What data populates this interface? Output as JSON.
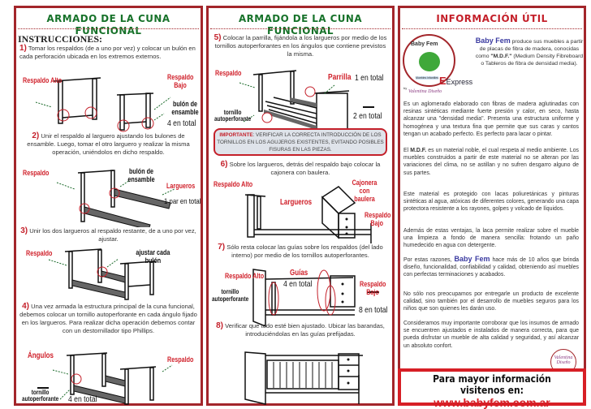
{
  "left": {
    "title": "ARMADO DE LA CUNA FUNCIONAL",
    "heading": "INSTRUCCIONES:",
    "step1": {
      "num": "1)",
      "text": "Tomar los respaldos (de a uno por vez) y colocar un bulón en cada perforación ubicada en los extremos externos."
    },
    "d1": {
      "a": "Respaldo Alto",
      "b": "Respaldo Bajo",
      "c": "bulón de ensamble",
      "d": "4 en total"
    },
    "step2": {
      "num": "2)",
      "text": "Unir el respaldo al larguero ajustando los bulones de ensamble. Luego, tomar el otro larguero y realizar la misma  operación,  uniéndolos en dicho respaldo."
    },
    "d2": {
      "a": "Respaldo",
      "b": "bulón de ensamble",
      "c": "Largueros",
      "d": "1 par en total"
    },
    "step3": {
      "num": "3)",
      "text": "Unir los dos largueros al respaldo restante, de a uno por vez, ajustar."
    },
    "d3": {
      "a": "Respaldo",
      "b": "ajustar cada bulón"
    },
    "step4": {
      "num": "4)",
      "text": "Una vez armada la estructura principal de la cuna funcional, debemos colocar un tornillo autoperforante en cada ángulo fijado en los largueros. Para realizar dicha operación debemos contar con un destornillador tipo Phillips."
    },
    "d4": {
      "a": "Ángulos",
      "b": "Respaldo",
      "c": "tornillo autoperforante",
      "d": "4 en total"
    }
  },
  "middle": {
    "title": "ARMADO DE LA CUNA FUNCIONAL",
    "step5": {
      "num": "5)",
      "text": "Colocar la parrilla, fijándola a los largueros por medio de los tornillos autoperforantes en los ángulos que contiene previstos la misma."
    },
    "d5": {
      "a": "Respaldo",
      "b": "Parrilla",
      "c": "1 en total",
      "d": "tornillo autoperforante",
      "e": "2 en total"
    },
    "important": {
      "label": "IMPORTANTE",
      "text": ": VERIFICAR LA CORRECTA INTRODUCCIÓN DE LOS TORNILLOS EN LOS AGUJEROS EXISTENTES, EVITANDO POSIBLES FISURAS EN LAS PIEZAS."
    },
    "step6": {
      "num": "6)",
      "text": "Sobre los largueros, detrás del respaldo bajo colocar la cajonera con baulera."
    },
    "d6": {
      "a": "Respaldo Alto",
      "b": "Largueros",
      "c": "Cajonera con baulera",
      "d": "Respaldo Bajo"
    },
    "step7": {
      "num": "7)",
      "text": "Sólo resta colocar las guías sobre los respaldos (del lado interno) por medio de los tornillos autoperforantes."
    },
    "d7": {
      "a": "Respaldo Alto",
      "b": "Guías",
      "c": "4 en total",
      "d": "tornillo autoperforante",
      "e": "Respaldo Bajo",
      "f": "8 en total"
    },
    "step8": {
      "num": "8)",
      "text": "Verificar que todo esté bien ajustado. Ubicar las barandas, introduciéndolas en las guías prefijadas."
    }
  },
  "right": {
    "title": "INFORMACIÓN ÚTIL",
    "logo": {
      "brand": "Baby Fem",
      "sub": "Muebles infantiles",
      "express": "Express",
      "by": "by",
      "sig": "Valentina Diseño"
    },
    "intro": {
      "brand": "Baby Fem",
      "text1": " produce sus muebles a partir de placas de fibra de  madera, conocidas como ",
      "mdf": "\"M.D.F.\"",
      "text2": " (Medium Density Fibreboard o Tableros de fibra de densidad media)."
    },
    "p1": "Es un aglomerado elaborado con fibras de madera aglutinadas con resinas sintéticas mediante fuerte presión y calor, en seco, hasta alcanzar una \"densidad media\". Presenta una estructura uniforme y homogénea y una textura fina que permite que sus caras y cantos tengan un acabado perfecto. Es perfecto para lacar o pintar.",
    "p2a": "El ",
    "p2b": "M.D.F.",
    "p2c": " es un material noble, el cual respeta al medio ambiente. Los muebles construidos a partir de este material no se alteran por las variaciones del clima, no se astillan y no sufren desgarro alguno de sus partes.",
    "p3": "Este material es protegido con lacas poliuretánicas y pinturas sintéticas al agua, atóxicas de diferentes colores, generando una capa protectora resistente a los rayones, golpes y volcado de líquidos.",
    "p4": "Además de estas ventajas, la laca permite realizar sobre el mueble una limpieza a fondo de manera sencilla: frotando un paño humedecido en agua con detergente.",
    "p5a": "Por estas razones, ",
    "p5b": "Baby Fem",
    "p5c": " hace más de 10 años que brinda diseño, funcionalidad, confiabilidad y calidad, obteniendo así muebles con perfectas terminaciones y acabados.",
    "p6": "No sólo nos preocupamos por entregarle un producto de excelente calidad, sino también por el desarrollo de muebles seguros para los niños que son quienes les darán uso.",
    "p7": "Consideramos muy importante corroborar que los insumos de armado se encuentren ajustados e instalados de manera correcta, para que pueda disfrutar un mueble de alta calidad y seguridad, y así alcanzar un absoluto confort.",
    "stamp": "Valentina Diseño",
    "footer": {
      "line1": "Para mayor información visitenos en:",
      "url": "www.babyfem.com.ar"
    }
  }
}
